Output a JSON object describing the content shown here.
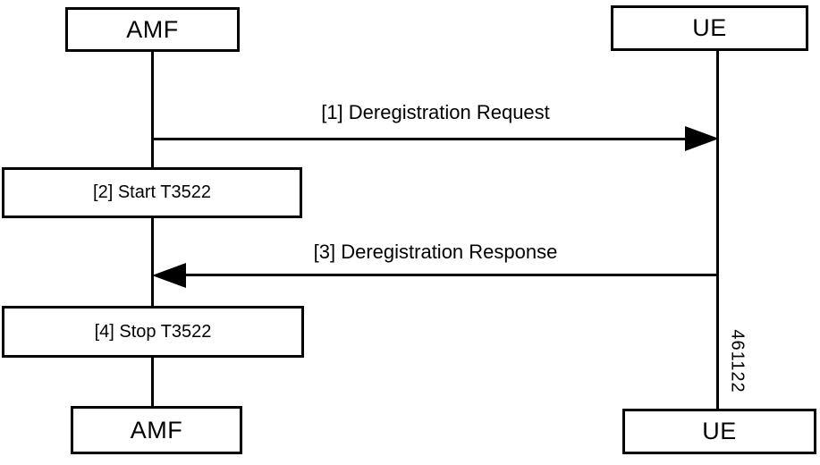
{
  "diagram": {
    "type": "sequence",
    "actors": [
      {
        "id": "amf",
        "label": "AMF"
      },
      {
        "id": "ue",
        "label": "UE"
      }
    ],
    "messages": [
      {
        "seq": 1,
        "from": "AMF",
        "to": "UE",
        "direction": "right",
        "label": "[1] Deregistration Request"
      },
      {
        "seq": 3,
        "from": "UE",
        "to": "AMF",
        "direction": "left",
        "label": "[3] Deregistration Response"
      }
    ],
    "actions": [
      {
        "seq": 2,
        "actor": "AMF",
        "label": "[2] Start T3522"
      },
      {
        "seq": 4,
        "actor": "AMF",
        "label": "[4] Stop T3522"
      }
    ],
    "watermark": "461122",
    "colors": {
      "line": "#000000",
      "text": "#000000",
      "background": "#ffffff"
    }
  }
}
